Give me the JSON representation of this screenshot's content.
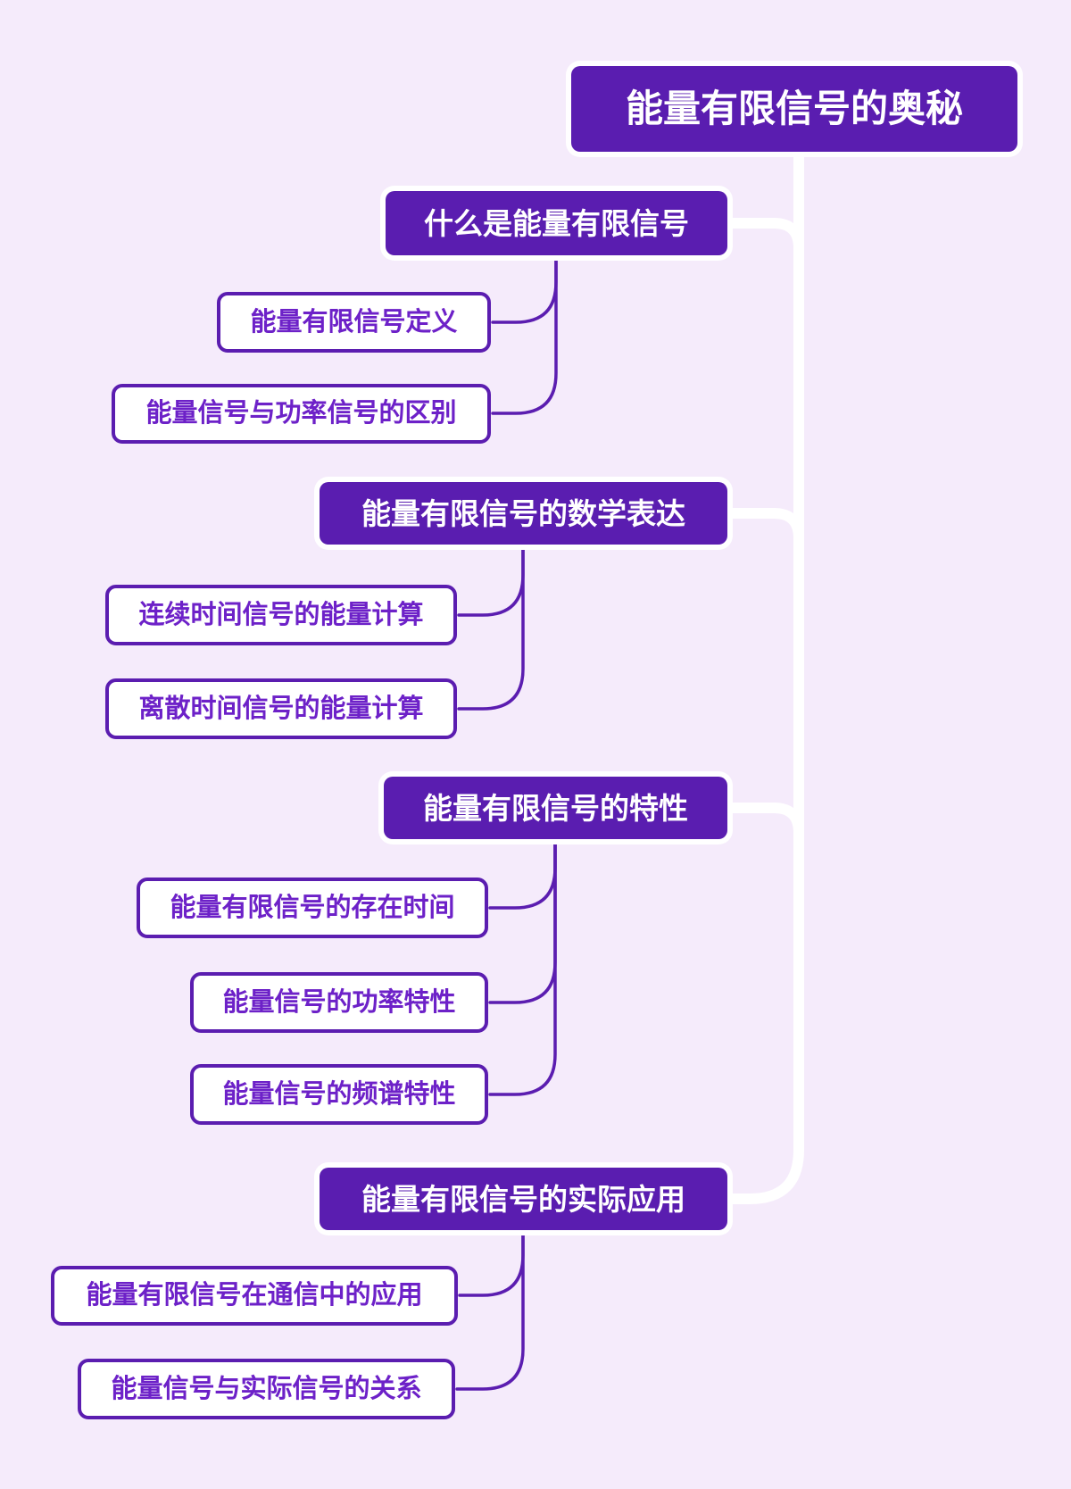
{
  "colors": {
    "background": "#f5ebfb",
    "node_fill": "#5a1db0",
    "node_text_on_fill": "#ffffff",
    "child_border": "#5b1db0",
    "child_text": "#6d21c8",
    "spine": "#ffffff"
  },
  "mindmap": {
    "root": {
      "label": "能量有限信号的奥秘"
    },
    "branches": [
      {
        "label": "什么是能量有限信号",
        "children": [
          "能量有限信号定义",
          "能量信号与功率信号的区别"
        ]
      },
      {
        "label": "能量有限信号的数学表达",
        "children": [
          "连续时间信号的能量计算",
          "离散时间信号的能量计算"
        ]
      },
      {
        "label": "能量有限信号的特性",
        "children": [
          "能量有限信号的存在时间",
          "能量信号的功率特性",
          "能量信号的频谱特性"
        ]
      },
      {
        "label": "能量有限信号的实际应用",
        "children": [
          "能量有限信号在通信中的应用",
          "能量信号与实际信号的关系"
        ]
      }
    ]
  }
}
